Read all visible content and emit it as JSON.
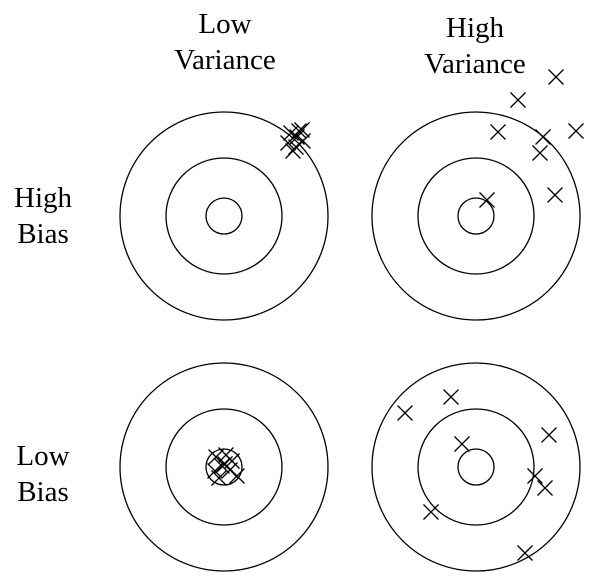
{
  "columns": [
    {
      "line1": "Low",
      "line2": "Variance"
    },
    {
      "line1": "High",
      "line2": "Variance"
    }
  ],
  "rows": [
    {
      "line1": "High",
      "line2": "Bias"
    },
    {
      "line1": "Low",
      "line2": "Bias"
    }
  ]
}
